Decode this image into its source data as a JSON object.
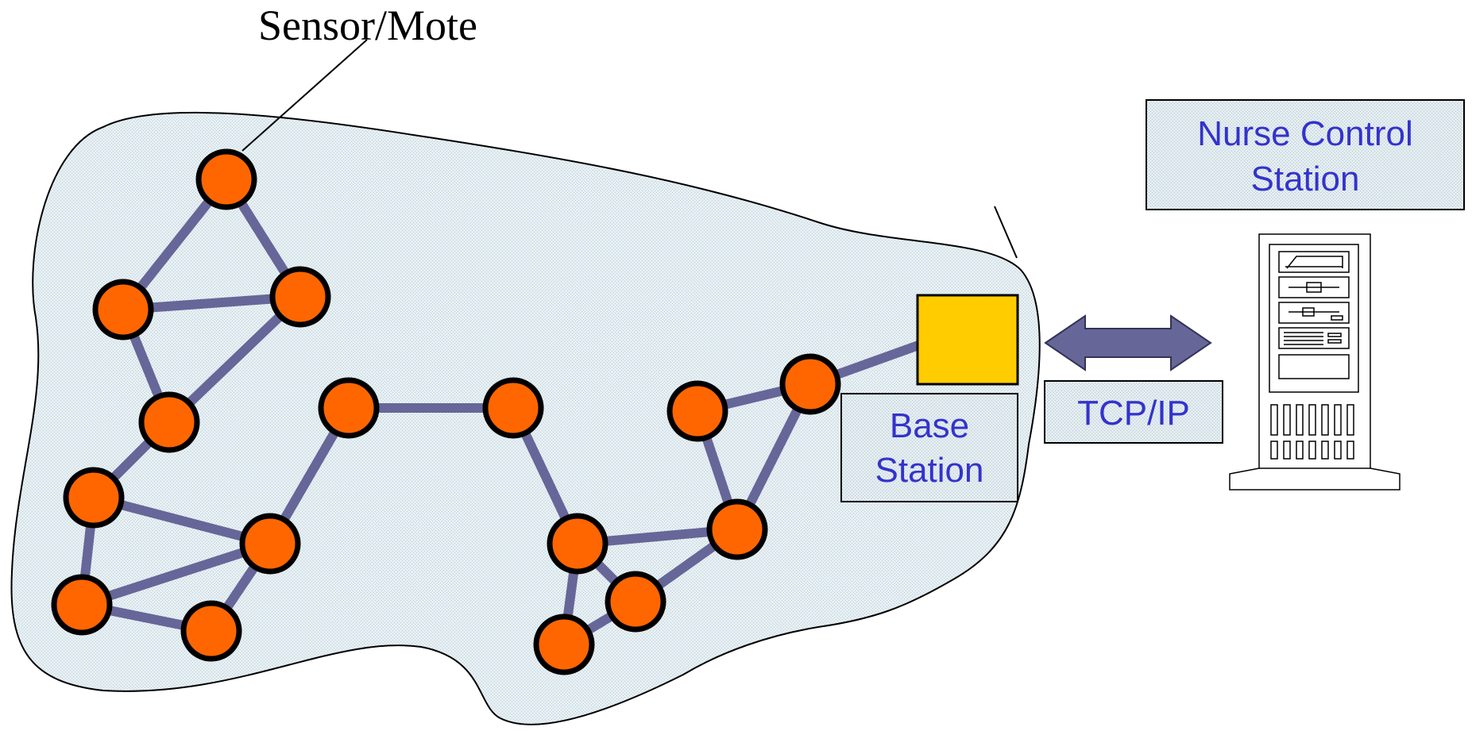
{
  "title": "Sensor/Mote",
  "base_station": {
    "lines": [
      "Base",
      "Station"
    ]
  },
  "nurse_station": {
    "lines": [
      "Nurse Control",
      "Station"
    ]
  },
  "link": {
    "label": "TCP/IP"
  },
  "colors": {
    "node_fill": "#ff6600",
    "edge": "#666699",
    "base_station_fill": "#ffcc00",
    "label_text": "#3333cc",
    "box_fill": "#dde9ee",
    "cloud_fill": "#e4eef2"
  },
  "icons": {
    "server": "server-tower-icon",
    "arrow": "double-arrow-icon"
  }
}
